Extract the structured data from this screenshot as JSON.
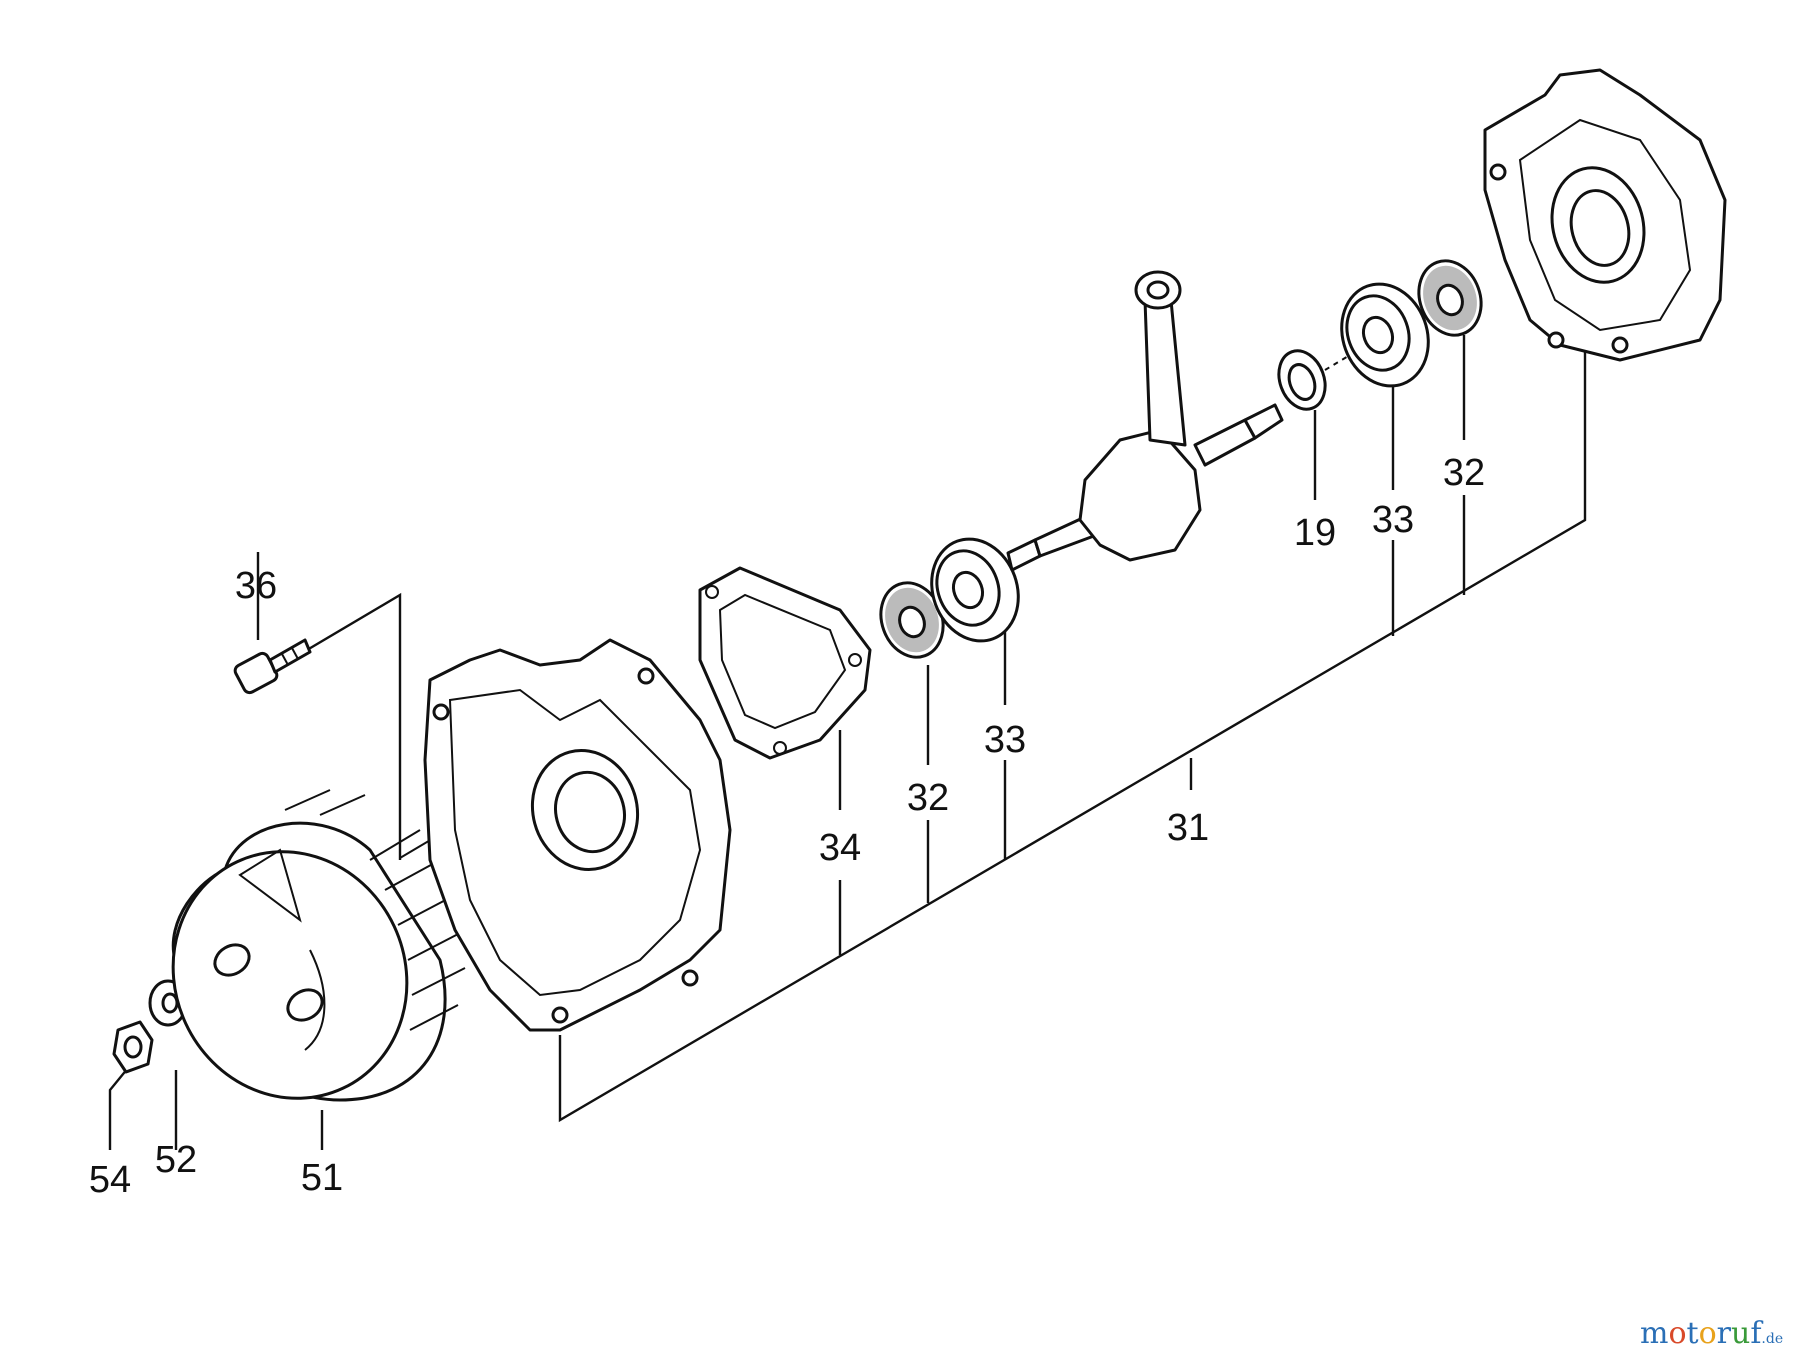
{
  "diagram": {
    "callouts": [
      {
        "id": "c36",
        "label": "36"
      },
      {
        "id": "c54",
        "label": "54"
      },
      {
        "id": "c52",
        "label": "52"
      },
      {
        "id": "c51",
        "label": "51"
      },
      {
        "id": "c34",
        "label": "34"
      },
      {
        "id": "c32a",
        "label": "32"
      },
      {
        "id": "c33a",
        "label": "33"
      },
      {
        "id": "c31",
        "label": "31"
      },
      {
        "id": "c19",
        "label": "19"
      },
      {
        "id": "c33b",
        "label": "33"
      },
      {
        "id": "c32b",
        "label": "32"
      }
    ],
    "parts": [
      {
        "id": "p36",
        "name": "screw"
      },
      {
        "id": "p54",
        "name": "nut"
      },
      {
        "id": "p52",
        "name": "washer"
      },
      {
        "id": "p51",
        "name": "flywheel"
      },
      {
        "id": "p31a",
        "name": "crankcase-left-half"
      },
      {
        "id": "p34",
        "name": "gasket"
      },
      {
        "id": "p32a",
        "name": "oil-seal"
      },
      {
        "id": "p33a",
        "name": "ball-bearing"
      },
      {
        "id": "crank",
        "name": "crankshaft"
      },
      {
        "id": "p19",
        "name": "washer"
      },
      {
        "id": "p33b",
        "name": "ball-bearing"
      },
      {
        "id": "p32b",
        "name": "oil-seal"
      },
      {
        "id": "p31b",
        "name": "crankcase-right-half"
      }
    ]
  },
  "watermark": {
    "text": "motoruf",
    "suffix": ".de",
    "colors": [
      "#2a6fb6",
      "#d94a2a",
      "#e8a21c",
      "#3a9a3a"
    ]
  }
}
